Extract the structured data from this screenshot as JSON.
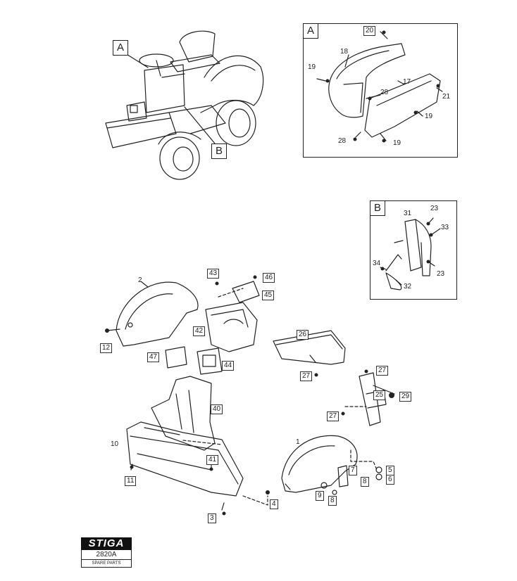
{
  "callouts": {
    "a": "A",
    "b": "B"
  },
  "frames": {
    "a": "A",
    "b": "B"
  },
  "parts": {
    "p1": "1",
    "p2": "2",
    "p3": "3",
    "p4": "4",
    "p5": "5",
    "p6": "6",
    "p7": "7",
    "p8a": "8",
    "p8b": "8",
    "p9": "9",
    "p10": "10",
    "p11": "11",
    "p12": "12",
    "p17": "17",
    "p18": "18",
    "p19a": "19",
    "p19b": "19",
    "p19c": "19",
    "p20": "20",
    "p21": "21",
    "p23a": "23",
    "p23b": "23",
    "p25": "25",
    "p26": "26",
    "p27a": "27",
    "p27b": "27",
    "p27c": "27",
    "p28a": "28",
    "p28b": "28",
    "p29": "29",
    "p31": "31",
    "p32": "32",
    "p33": "33",
    "p34": "34",
    "p40": "40",
    "p41": "41",
    "p42": "42",
    "p43": "43",
    "p44": "44",
    "p45": "45",
    "p46": "46",
    "p47": "47"
  },
  "logo": {
    "brand": "STIGA",
    "code": "2820A",
    "sub": "SPARE PARTS"
  }
}
